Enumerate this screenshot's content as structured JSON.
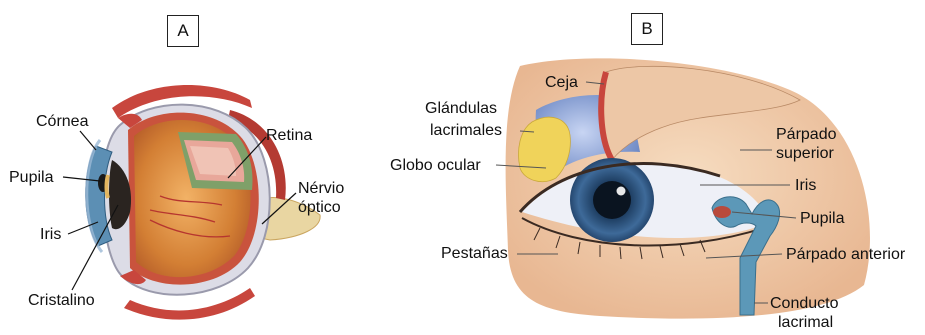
{
  "panels": {
    "a": {
      "tag": "A",
      "labels": {
        "cornea": "Córnea",
        "pupila": "Pupila",
        "iris": "Iris",
        "cristalino": "Cristalino",
        "retina": "Retina",
        "nervio_line1": "Nérvio",
        "nervio_line2": "óptico"
      }
    },
    "b": {
      "tag": "B",
      "labels": {
        "ceja": "Ceja",
        "glandulas_line1": "Glándulas",
        "glandulas_line2": "lacrimales",
        "globo": "Globo ocular",
        "pestanas": "Pestañas",
        "parpado_sup_line1": "Párpado",
        "parpado_sup_line2": "superior",
        "iris": "Iris",
        "pupila": "Pupila",
        "parpado_ant": "Párpado anterior",
        "conducto_line1": "Conducto",
        "conducto_line2": "lacrimal"
      }
    }
  },
  "colors": {
    "sclera_blue": "#7f97c8",
    "iris_dark": "#1f3f63",
    "lens_gold": "#e3b65f",
    "eye_interior": "#d98a3a",
    "muscle_red": "#c8463d",
    "skin": "#f1c9a3",
    "gland_yellow": "#f0d35a",
    "duct_teal": "#5c98b8"
  }
}
